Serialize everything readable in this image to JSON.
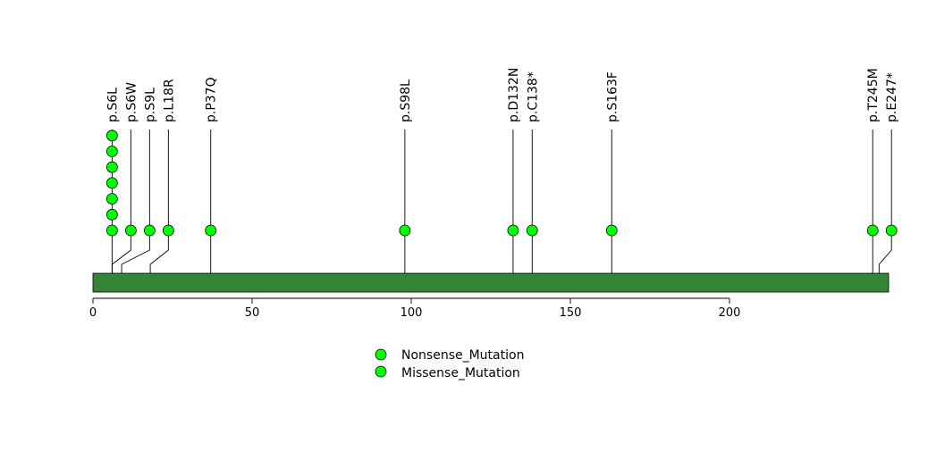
{
  "chart_data": {
    "type": "lollipop",
    "protein_length": 250,
    "x_ticks": [
      0,
      50,
      100,
      150,
      200
    ],
    "mutations": [
      {
        "label": "p.S6L",
        "position": 6,
        "count": 7,
        "type": "Missense_Mutation"
      },
      {
        "label": "p.S6W",
        "position": 6,
        "count": 1,
        "type": "Missense_Mutation"
      },
      {
        "label": "p.S9L",
        "position": 9,
        "count": 1,
        "type": "Missense_Mutation"
      },
      {
        "label": "p.L18R",
        "position": 18,
        "count": 1,
        "type": "Missense_Mutation"
      },
      {
        "label": "p.P37Q",
        "position": 37,
        "count": 1,
        "type": "Missense_Mutation"
      },
      {
        "label": "p.S98L",
        "position": 98,
        "count": 1,
        "type": "Missense_Mutation"
      },
      {
        "label": "p.D132N",
        "position": 132,
        "count": 1,
        "type": "Missense_Mutation"
      },
      {
        "label": "p.C138*",
        "position": 138,
        "count": 1,
        "type": "Nonsense_Mutation"
      },
      {
        "label": "p.S163F",
        "position": 163,
        "count": 1,
        "type": "Missense_Mutation"
      },
      {
        "label": "p.T245M",
        "position": 245,
        "count": 1,
        "type": "Missense_Mutation"
      },
      {
        "label": "p.E247*",
        "position": 247,
        "count": 1,
        "type": "Nonsense_Mutation"
      }
    ],
    "legend": [
      {
        "label": "Nonsense_Mutation",
        "color": "#00ff00"
      },
      {
        "label": "Missense_Mutation",
        "color": "#00ff00"
      }
    ],
    "colors": {
      "protein_bar": "#368536",
      "mutation_point": "#00ff00"
    }
  }
}
